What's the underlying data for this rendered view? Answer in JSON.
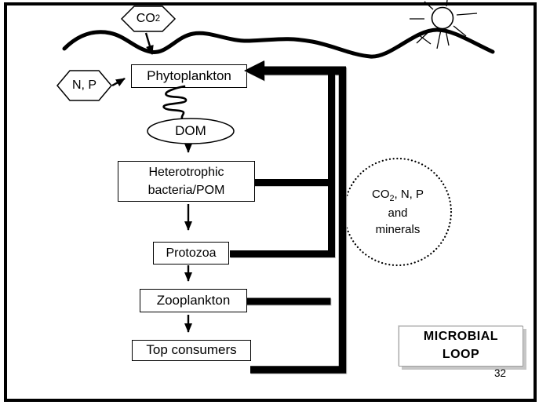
{
  "slide": {
    "page_number": "32",
    "inputs": {
      "co2": {
        "text": "CO",
        "sub": "2"
      },
      "np": {
        "text": "N, P"
      }
    },
    "nodes": {
      "phytoplankton": "Phytoplankton",
      "dom": "DOM",
      "bacteria_line1": "Heterotrophic",
      "bacteria_line2": "bacteria/POM",
      "protozoa": "Protozoa",
      "zooplankton": "Zooplankton",
      "top_consumers": "Top consumers"
    },
    "recycled_pool": {
      "line1_pre": "CO",
      "line1_sub": "2",
      "line1_post": ", N, P",
      "line2": "and",
      "line3": "minerals"
    },
    "caption": {
      "line1": "MICROBIAL",
      "line2": "LOOP"
    },
    "icons": {
      "sun": "sun-icon",
      "water_surface": "water-surface-icon",
      "recycle_loop": "thick-loop-arrow"
    },
    "colors": {
      "ink": "#000000",
      "paper": "#ffffff",
      "caption_border": "#9e9e9e",
      "shadow": "#c8c8c8"
    }
  }
}
